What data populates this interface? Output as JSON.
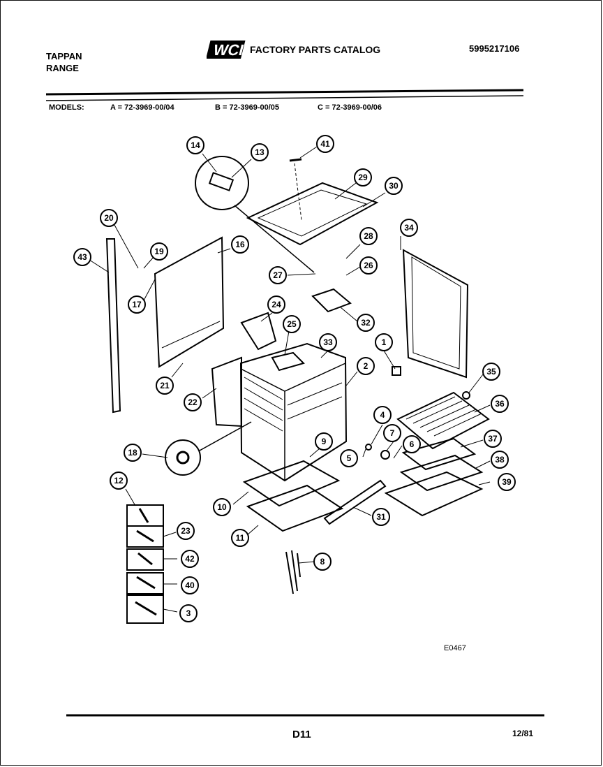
{
  "header": {
    "brand_line1": "TAPPAN",
    "brand_line2": "RANGE",
    "logo_text": "WCI",
    "catalog_title": "FACTORY PARTS CATALOG",
    "part_number": "5995217106"
  },
  "models": {
    "label": "MODELS:",
    "a": "A = 72-3969-00/04",
    "b": "B = 72-3969-00/05",
    "c": "C = 72-3969-00/06"
  },
  "diagram": {
    "code": "E0467",
    "callouts": [
      "14",
      "13",
      "41",
      "29",
      "30",
      "20",
      "16",
      "19",
      "43",
      "17",
      "28",
      "27",
      "26",
      "34",
      "24",
      "25",
      "32",
      "33",
      "1",
      "2",
      "35",
      "21",
      "22",
      "36",
      "18",
      "4",
      "7",
      "37",
      "9",
      "5",
      "6",
      "38",
      "12",
      "10",
      "39",
      "31",
      "23",
      "11",
      "42",
      "40",
      "8",
      "3"
    ]
  },
  "footer": {
    "page": "D11",
    "date": "12/81"
  }
}
